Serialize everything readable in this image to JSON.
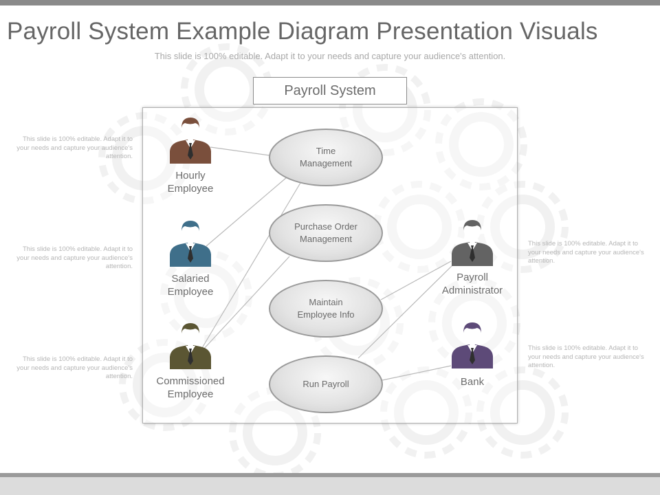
{
  "header": {
    "title": "Payroll System Example Diagram Presentation Visuals",
    "subtitle": "This slide is 100% editable. Adapt it to your needs and capture your audience's attention."
  },
  "diagram": {
    "system_label": "Payroll System",
    "use_cases": [
      {
        "id": "time-management",
        "line1": "Time",
        "line2": "Management"
      },
      {
        "id": "purchase-order-management",
        "line1": "Purchase Order",
        "line2": "Management"
      },
      {
        "id": "maintain-employee-info",
        "line1": "Maintain",
        "line2": "Employee Info"
      },
      {
        "id": "run-payroll",
        "line1": "Run Payroll",
        "line2": ""
      }
    ],
    "actors": [
      {
        "id": "hourly-employee",
        "line1": "Hourly",
        "line2": "Employee",
        "color": "#7a4f3c"
      },
      {
        "id": "salaried-employee",
        "line1": "Salaried",
        "line2": "Employee",
        "color": "#3f6f8a"
      },
      {
        "id": "commissioned-employee",
        "line1": "Commissioned",
        "line2": "Employee",
        "color": "#5b5633"
      },
      {
        "id": "payroll-administrator",
        "line1": "Payroll",
        "line2": "Administrator",
        "color": "#636363"
      },
      {
        "id": "bank",
        "line1": "Bank",
        "line2": "",
        "color": "#5d4a78"
      }
    ],
    "connections": [
      [
        "hourly-employee",
        "time-management"
      ],
      [
        "salaried-employee",
        "time-management"
      ],
      [
        "commissioned-employee",
        "time-management"
      ],
      [
        "commissioned-employee",
        "purchase-order-management"
      ],
      [
        "payroll-administrator",
        "maintain-employee-info"
      ],
      [
        "payroll-administrator",
        "run-payroll"
      ],
      [
        "bank",
        "run-payroll"
      ]
    ]
  },
  "side_notes": {
    "left": [
      "This slide is 100% editable. Adapt it to your needs and capture your audience's attention.",
      "This slide is 100% editable. Adapt it to your needs and capture your audience's attention.",
      "This slide is 100% editable. Adapt it to your needs and capture your audience's attention."
    ],
    "right": [
      "This slide is 100% editable. Adapt it to your needs and capture your audience's attention.",
      "This slide is 100% editable. Adapt it to your needs and capture your audience's attention."
    ]
  }
}
